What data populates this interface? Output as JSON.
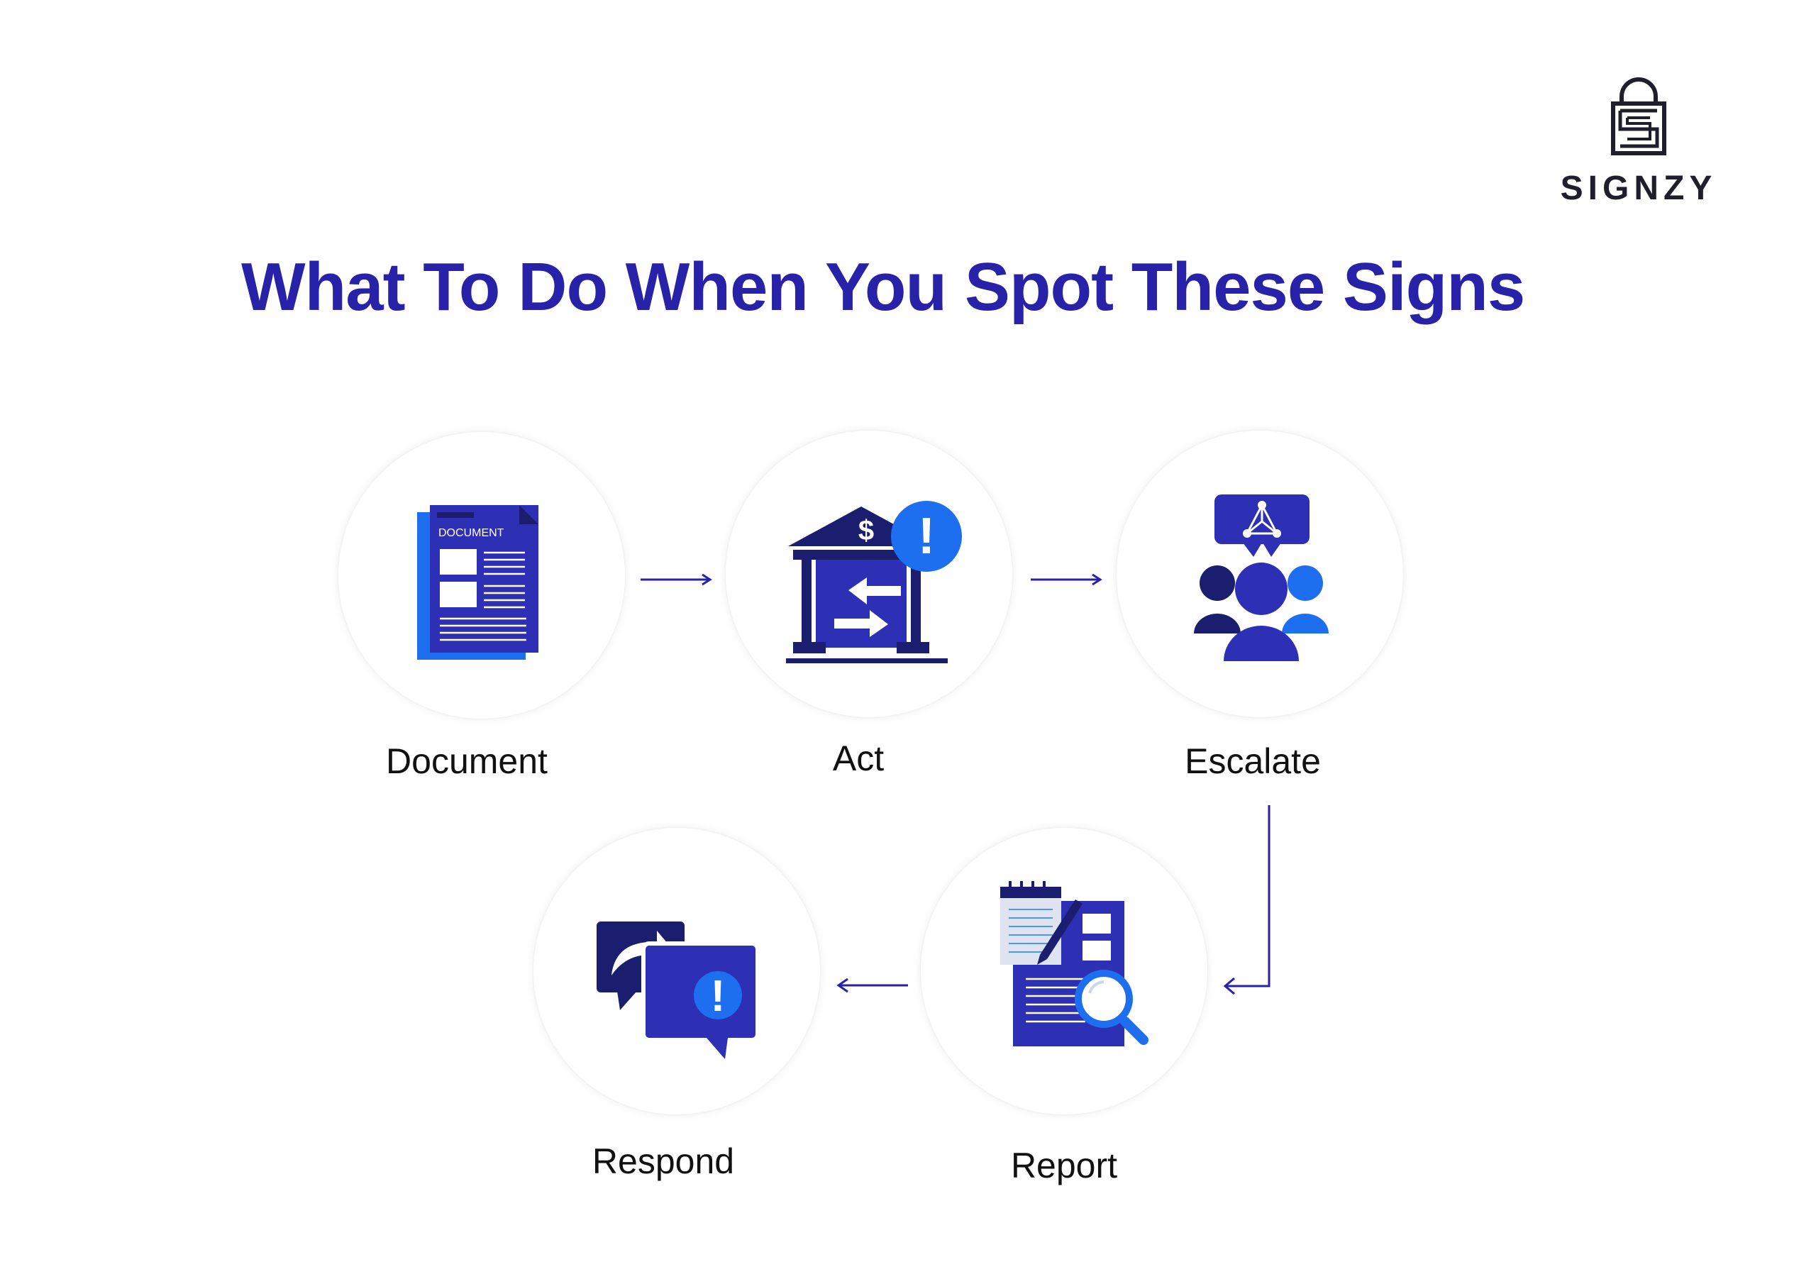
{
  "title": "What To Do When You Spot These Signs",
  "brand": {
    "name": "SIGNZY"
  },
  "steps": [
    {
      "label": "Document",
      "icon": "document-icon",
      "doc_tag": "DOCUMENT"
    },
    {
      "label": "Act",
      "icon": "bank-alert-icon",
      "currency": "$",
      "alert": "!"
    },
    {
      "label": "Escalate",
      "icon": "team-escalate-icon"
    },
    {
      "label": "Report",
      "icon": "report-search-icon"
    },
    {
      "label": "Respond",
      "icon": "respond-chat-icon",
      "alert": "!"
    }
  ],
  "colors": {
    "title": "#2722a8",
    "navy": "#1b1d6e",
    "blue": "#2d2fb4",
    "bright": "#1e6ff0",
    "light": "#4a9af5"
  }
}
